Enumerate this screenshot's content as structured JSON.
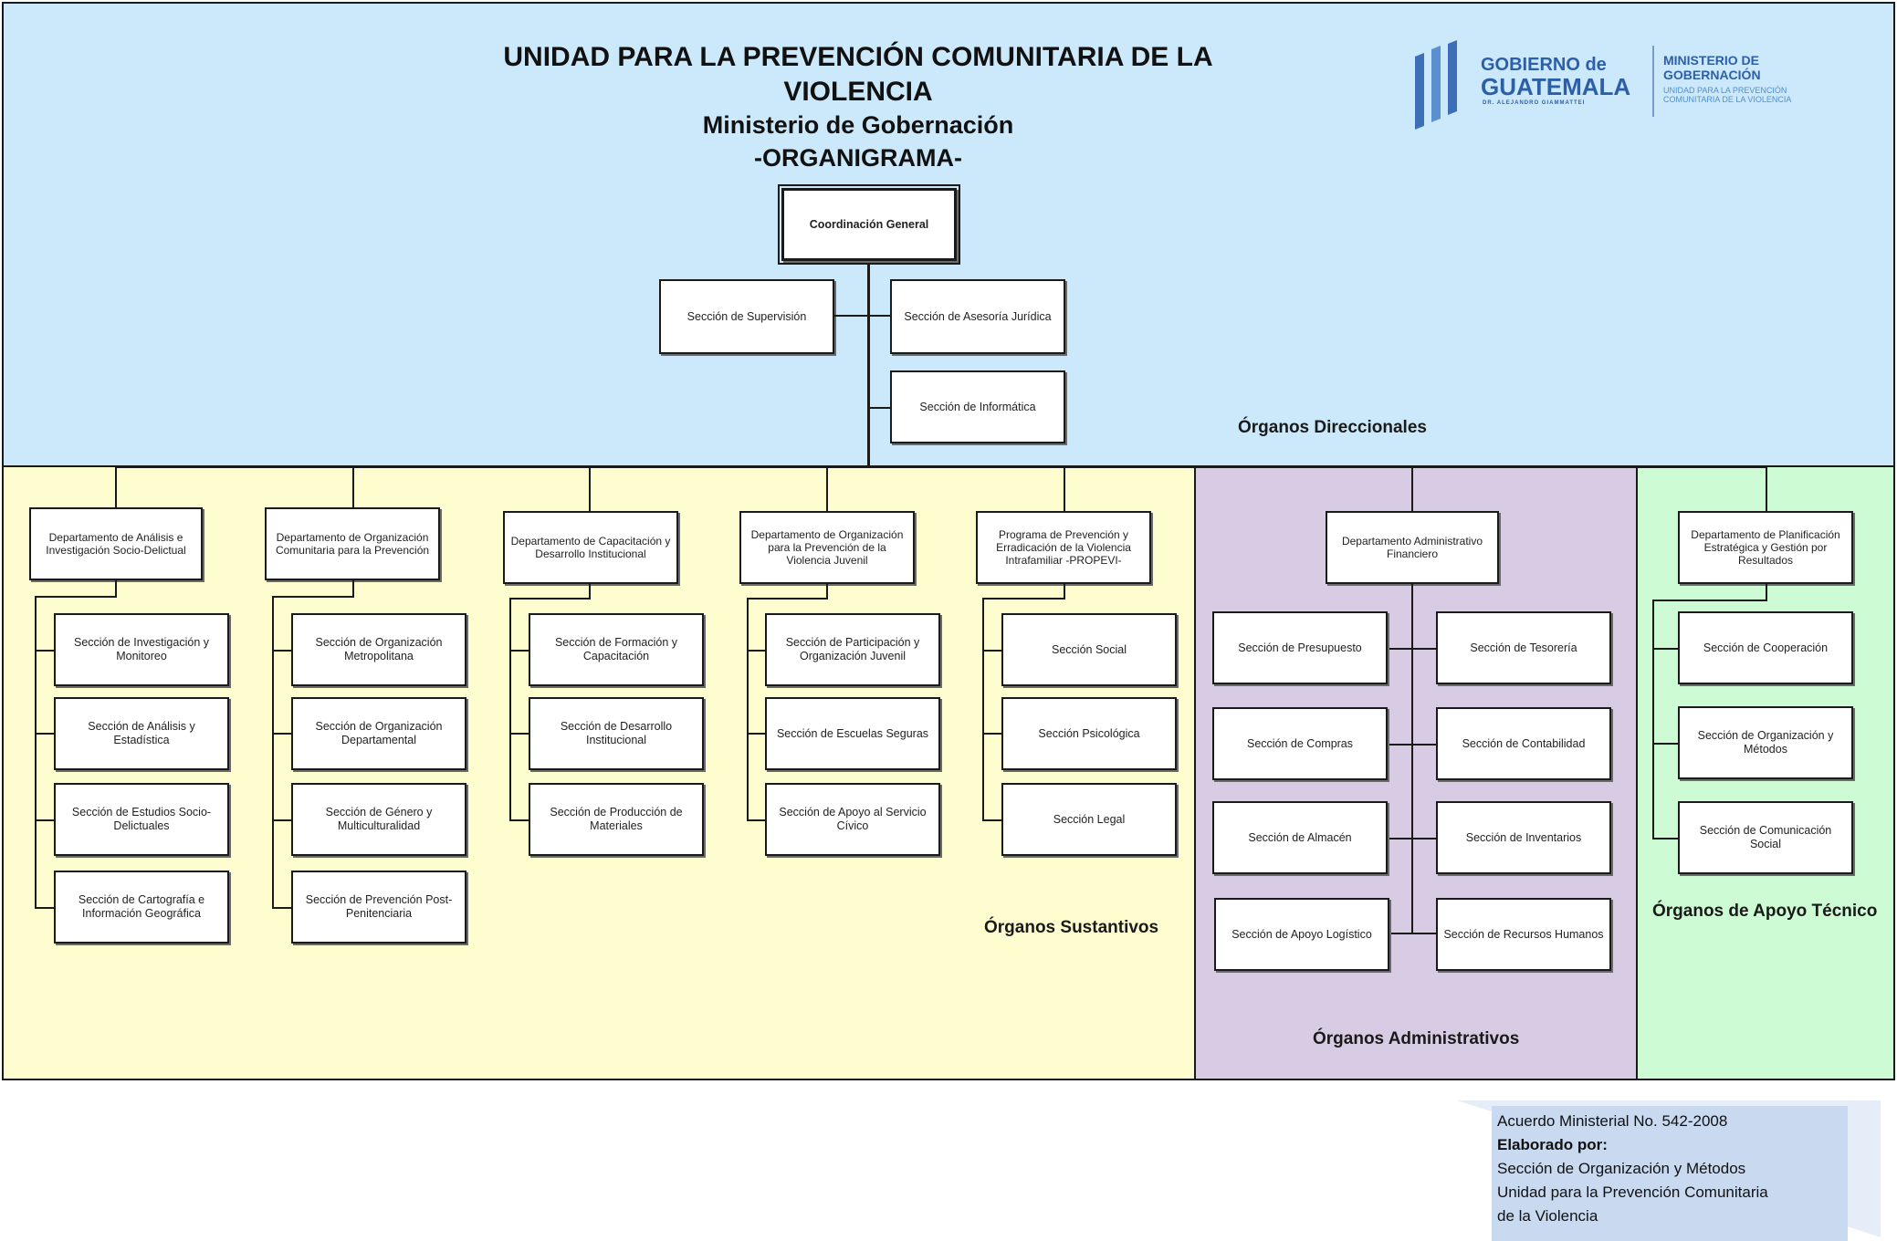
{
  "header": {
    "title_line1": "UNIDAD PARA LA PREVENCIÓN COMUNITARIA DE LA",
    "title_line2": "VIOLENCIA",
    "subtitle": "Ministerio de Gobernación",
    "chart_name": "-ORGANIGRAMA-"
  },
  "logo": {
    "gov_line1": "GOBIERNO de",
    "gov_line2": "GUATEMALA",
    "gov_line3": "DR. ALEJANDRO GIAMMATTEI",
    "ministry_line1": "MINISTERIO DE",
    "ministry_line2": "GOBERNACIÓN",
    "ministry_line3": "UNIDAD PARA LA PREVENCIÓN",
    "ministry_line4": "COMUNITARIA DE LA VIOLENCIA"
  },
  "colors": {
    "direccionales": "#cce9fb",
    "sustantivos": "#fefdd0",
    "administrativos": "#d7cce3",
    "apoyo_tecnico": "#cdfbd3",
    "note": "#c8d9f0"
  },
  "regions": {
    "direccionales": "Órganos Direccionales",
    "sustantivos": "Órganos Sustantivos",
    "administrativos": "Órganos Administrativos",
    "apoyo_tecnico": "Órganos de Apoyo Técnico"
  },
  "top": {
    "coordinacion": "Coordinación General",
    "supervision": "Sección de Supervisión",
    "asesoria": "Sección de Asesoría Jurídica",
    "informatica": "Sección de Informática"
  },
  "sustantivos": [
    {
      "head": "Departamento de Análisis e Investigación Socio-Delictual",
      "sections": [
        "Sección de Investigación y Monitoreo",
        "Sección de Análisis y Estadística",
        "Sección de Estudios Socio-Delictuales",
        "Sección de Cartografía e Información Geográfica"
      ]
    },
    {
      "head": "Departamento de Organización Comunitaria para la Prevención",
      "sections": [
        "Sección de Organización Metropolitana",
        "Sección de Organización Departamental",
        "Sección de Género y Multiculturalidad",
        "Sección de Prevención Post-Penitenciaria"
      ]
    },
    {
      "head": "Departamento de Capacitación y Desarrollo Institucional",
      "sections": [
        "Sección de Formación y Capacitación",
        "Sección de Desarrollo Institucional",
        "Sección de Producción de Materiales"
      ]
    },
    {
      "head": "Departamento de Organización para la Prevención de la Violencia Juvenil",
      "sections": [
        "Sección de Participación y Organización Juvenil",
        "Sección de Escuelas Seguras",
        "Sección de Apoyo al Servicio Cívico"
      ]
    },
    {
      "head": "Programa de Prevención y Erradicación de la Violencia Intrafamiliar -PROPEVI-",
      "sections": [
        "Sección Social",
        "Sección Psicológica",
        "Sección Legal"
      ]
    }
  ],
  "administrativos": {
    "head": "Departamento Administrativo Financiero",
    "left": [
      "Sección de Presupuesto",
      "Sección de Compras",
      "Sección de Almacén",
      "Sección de Apoyo Logístico"
    ],
    "right": [
      "Sección de Tesorería",
      "Sección de Contabilidad",
      "Sección de Inventarios",
      "Sección de Recursos Humanos"
    ]
  },
  "apoyo": {
    "head": "Departamento de Planificación Estratégica y Gestión por Resultados",
    "sections": [
      "Sección de Cooperación",
      "Sección de Organización y Métodos",
      "Sección de Comunicación Social"
    ]
  },
  "note": {
    "line1": "Acuerdo Ministerial No. 542-2008",
    "line2": "Elaborado por:",
    "line3": "Sección de Organización y Métodos",
    "line4": "Unidad para la Prevención Comunitaria",
    "line5": "de la Violencia"
  }
}
